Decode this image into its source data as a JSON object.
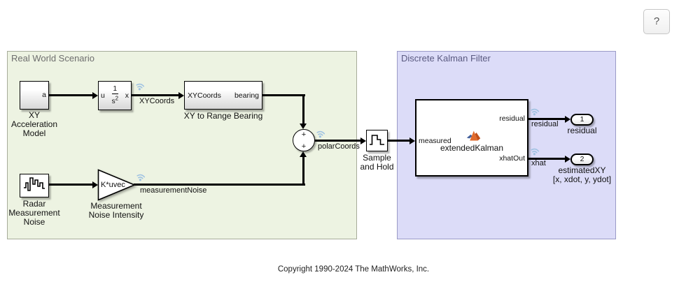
{
  "window": {
    "help_label": "?"
  },
  "regions": {
    "real_world": {
      "title": "Real World Scenario"
    },
    "kalman_filter": {
      "title": "Discrete Kalman Filter"
    }
  },
  "blocks": {
    "xy_accel": {
      "out_port": "a",
      "line1": "XY",
      "line2": "Acceleration",
      "line3": "Model"
    },
    "integrator": {
      "in_port": "u",
      "num": "1",
      "den_base": "s",
      "den_exp": "2",
      "out_port": "x"
    },
    "xy_range_bearing": {
      "in_port": "XYCoords",
      "out_port": "bearing",
      "label": "XY to Range Bearing"
    },
    "sum": {
      "top_sign": "+",
      "bottom_sign": "+"
    },
    "radar_noise": {
      "line1": "Radar",
      "line2": "Measurement",
      "line3": "Noise"
    },
    "gain": {
      "value": "K*uvec",
      "line1": "Measurement",
      "line2": "Noise Intensity"
    },
    "sample_hold": {
      "line1": "Sample",
      "line2": "and Hold"
    },
    "extended_kalman": {
      "in_port": "measured",
      "out_port_1": "residual",
      "out_port_2": "xhatOut",
      "name": "extendedKalman"
    },
    "outport_residual": {
      "number": "1",
      "label": "residual"
    },
    "outport_estimated": {
      "number": "2",
      "line1": "estimatedXY",
      "line2": "[x, xdot, y, ydot]"
    }
  },
  "signals": {
    "xy_coords": "XYCoords",
    "polar_coords": "polarCoords",
    "measurement_noise": "measurementNoise",
    "residual": "residual",
    "xhat": "xhat"
  },
  "footer": {
    "copyright": "Copyright 1990-2024 The MathWorks, Inc."
  },
  "colors": {
    "region_green_bg": "#edf3e2",
    "region_green_border": "#a6ab9a",
    "region_green_title": "#6e6e6e",
    "region_blue_bg": "#dcdcf8",
    "region_blue_border": "#9b9bc7",
    "region_blue_title": "#5a5a80",
    "logging_badge_blue": "#9fc2e2",
    "matlab_logo_orange": "#e06b2d",
    "matlab_logo_blue": "#44609b",
    "wire_black": "#000000"
  }
}
